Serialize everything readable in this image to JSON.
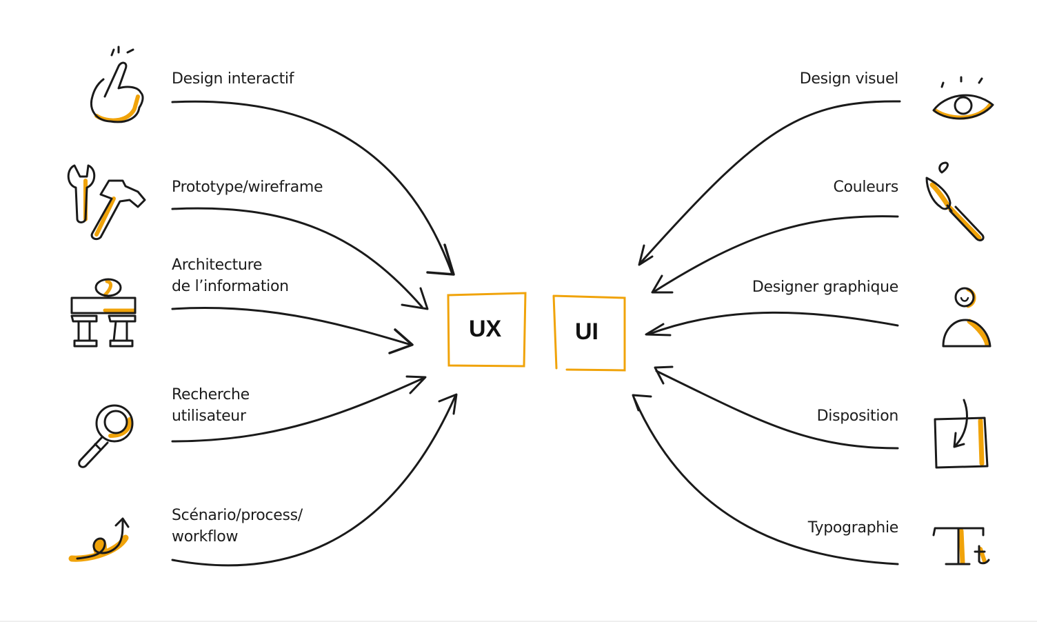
{
  "colors": {
    "accent": "#F0A30A",
    "ink": "#1a1a1a",
    "background": "#ffffff"
  },
  "center": {
    "ux": {
      "label": "UX"
    },
    "ui": {
      "label": "UI"
    }
  },
  "left_items": [
    {
      "lines": [
        "Design interactif"
      ],
      "icon": "pointing-hand-icon"
    },
    {
      "lines": [
        "Prototype/wireframe"
      ],
      "icon": "wrench-hammer-icon"
    },
    {
      "lines": [
        "Architecture",
        "de l’information"
      ],
      "icon": "information-architecture-icon"
    },
    {
      "lines": [
        "Recherche",
        "utilisateur"
      ],
      "icon": "magnifying-glass-icon"
    },
    {
      "lines": [
        "Scénario/process/",
        "workflow"
      ],
      "icon": "workflow-loop-arrow-icon"
    }
  ],
  "right_items": [
    {
      "lines": [
        "Design visuel"
      ],
      "icon": "eye-icon"
    },
    {
      "lines": [
        "Couleurs"
      ],
      "icon": "paintbrush-icon"
    },
    {
      "lines": [
        "Designer graphique"
      ],
      "icon": "person-icon"
    },
    {
      "lines": [
        "Disposition"
      ],
      "icon": "layout-box-arrow-icon"
    },
    {
      "lines": [
        "Typographie"
      ],
      "icon": "typography-tt-icon"
    }
  ]
}
